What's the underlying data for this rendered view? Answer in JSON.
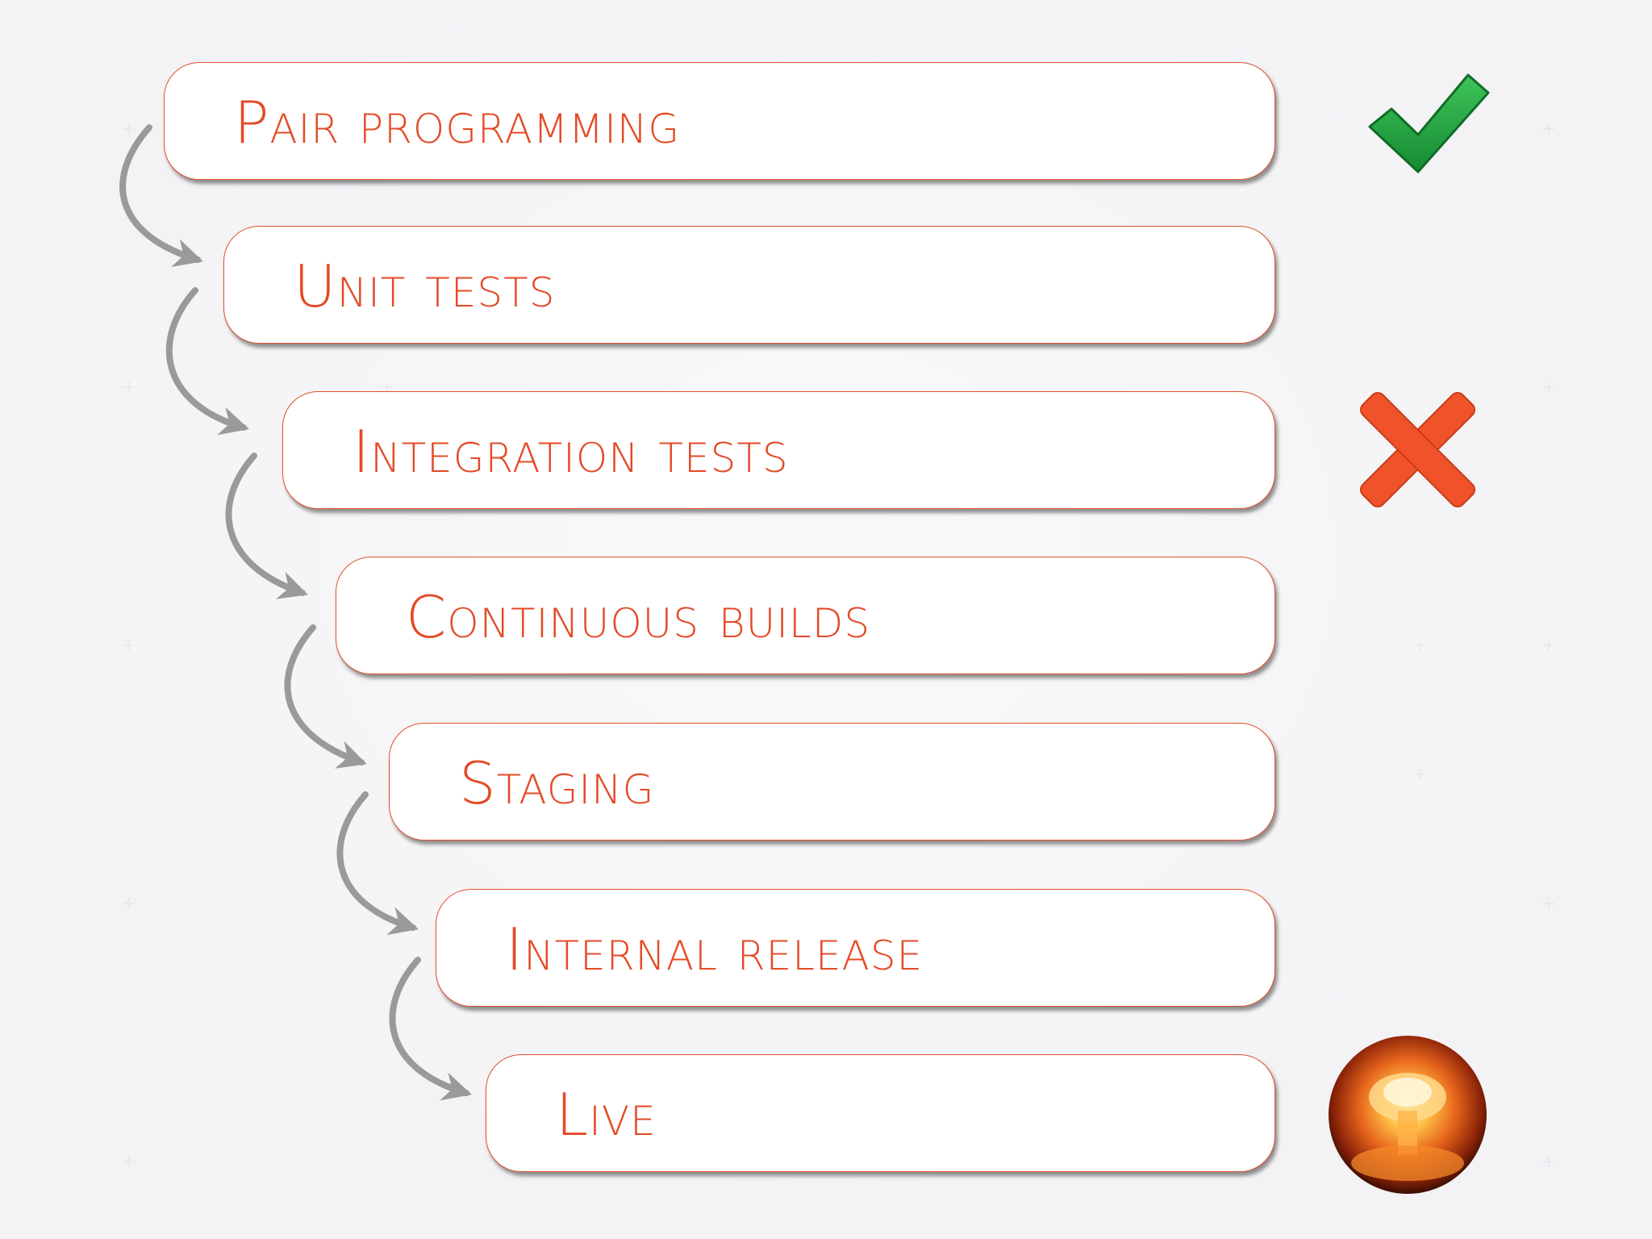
{
  "steps": [
    {
      "label": "Pair programming"
    },
    {
      "label": "Unit tests"
    },
    {
      "label": "Integration tests"
    },
    {
      "label": "Continuous builds"
    },
    {
      "label": "Staging"
    },
    {
      "label": "Internal release"
    },
    {
      "label": "Live"
    }
  ],
  "icons": {
    "pair_programming": "checkmark-icon",
    "integration_tests": "cross-icon",
    "live": "explosion-icon"
  },
  "colors": {
    "accent": "#e44a26",
    "check": "#1e9c3f",
    "cross": "#f0532a",
    "arrow": "#9a9a9a"
  }
}
